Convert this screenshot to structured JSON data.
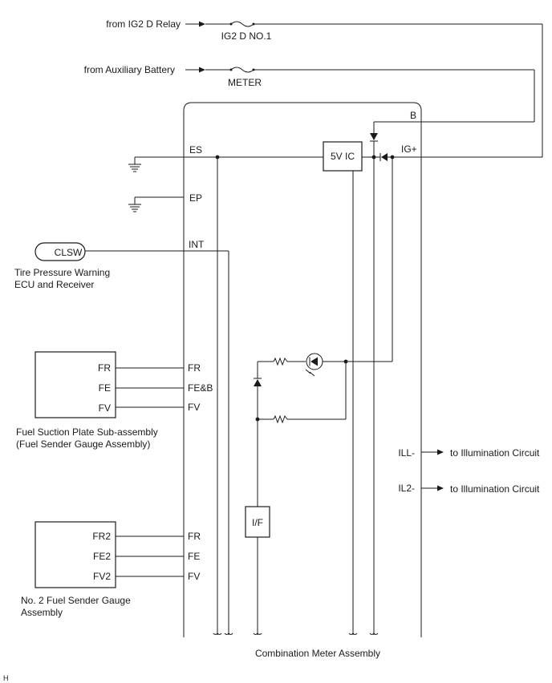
{
  "sources": {
    "ig2_relay": "from IG2 D Relay",
    "aux_battery": "from Auxiliary Battery"
  },
  "fuses": {
    "ig2": "IG2 D NO.1",
    "meter": "METER"
  },
  "meter": {
    "title": "Combination Meter Assembly",
    "terminals": {
      "b": "B",
      "ig": "IG+",
      "es": "ES",
      "ep": "EP",
      "int": "INT",
      "fr": "FR",
      "feb": "FE&B",
      "fv": "FV",
      "fr_2": "FR",
      "fe_2": "FE",
      "fv_2": "FV",
      "ill": "ILL-",
      "il2": "IL2-"
    },
    "ic": "5V IC",
    "if": "I/F"
  },
  "outputs": {
    "ill": "to Illumination Circuit",
    "il2": "to Illumination Circuit"
  },
  "tpms": {
    "pin": "CLSW",
    "name_line1": "Tire Pressure Warning",
    "name_line2": "ECU and Receiver"
  },
  "fuel_suction": {
    "pins": [
      "FR",
      "FE",
      "FV"
    ],
    "name_line1": "Fuel Suction Plate Sub-assembly",
    "name_line2": "(Fuel Sender Gauge Assembly)"
  },
  "sender2": {
    "pins": [
      "FR2",
      "FE2",
      "FV2"
    ],
    "name_line1": "No. 2 Fuel Sender Gauge",
    "name_line2": "Assembly"
  },
  "footer": "H"
}
